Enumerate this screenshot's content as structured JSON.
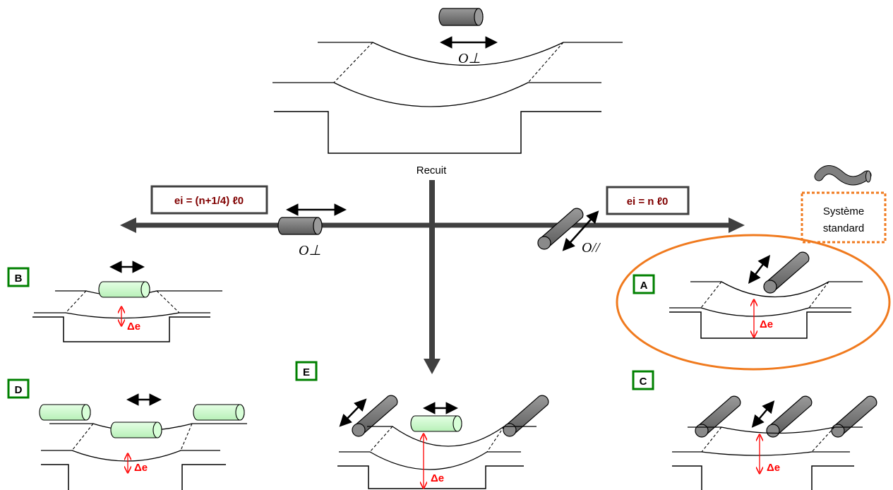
{
  "annealing_label": "Recuit",
  "left_condition": "ei = (n+1/4) ℓ0",
  "right_condition": "ei = n ℓ0",
  "standard_system": [
    "Système",
    "standard"
  ],
  "orientation": {
    "perpendicular": "O⊥",
    "parallel": "O//"
  },
  "delta_e": "Δe",
  "panels": {
    "A": "A",
    "B": "B",
    "C": "C",
    "D": "D",
    "E": "E"
  },
  "colors": {
    "arrow_dark": "#404040",
    "rod_gray": "#808080",
    "rod_green": "#ccffcc",
    "label_border": "#008000",
    "highlight_orange": "#f07a1e",
    "condition_text": "#800000",
    "delta_red": "#ff0000"
  }
}
